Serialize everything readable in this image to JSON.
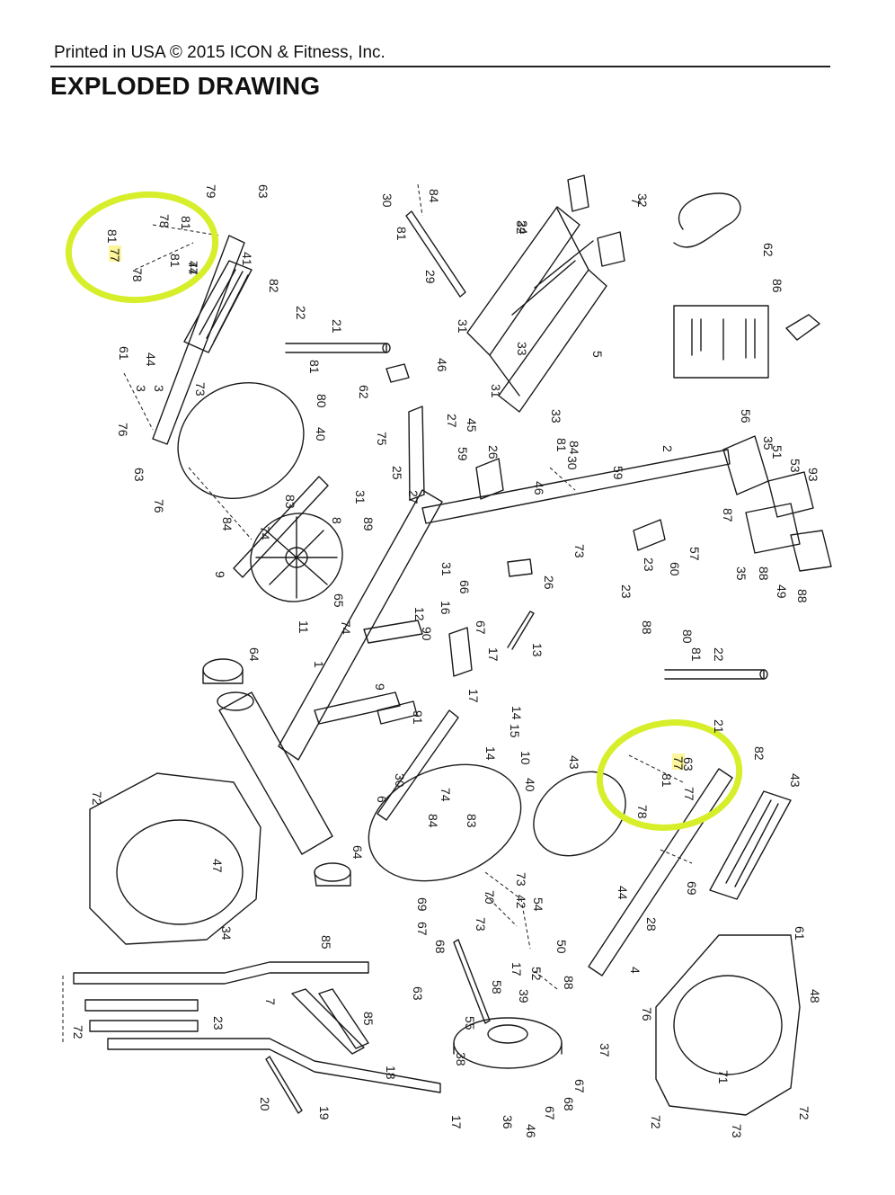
{
  "header": {
    "printed": "Printed in USA © 2015 ICON & Fitness, Inc.",
    "title": "EXPLODED DRAWING"
  },
  "colors": {
    "highlight_circle": "#d7ee2a",
    "highlight_box": "#fdf59a",
    "ink": "#1a1a1a"
  },
  "highlighted_parts": [
    {
      "label": "77"
    },
    {
      "label": "77"
    }
  ],
  "part_labels": [
    "79",
    "63",
    "78",
    "81",
    "81",
    "77",
    "78",
    "81",
    "44",
    "41",
    "82",
    "22",
    "21",
    "81",
    "80",
    "40",
    "61",
    "76",
    "44",
    "3",
    "3",
    "73",
    "63",
    "76",
    "9",
    "84",
    "74",
    "83",
    "8",
    "31",
    "89",
    "65",
    "11",
    "74",
    "1",
    "64",
    "72",
    "47",
    "64",
    "84",
    "30",
    "81",
    "29",
    "31",
    "46",
    "62",
    "75",
    "25",
    "27",
    "59",
    "45",
    "32",
    "24",
    "31",
    "27",
    "26",
    "31",
    "66",
    "16",
    "12",
    "90",
    "67",
    "13",
    "17",
    "14",
    "17",
    "15",
    "14",
    "10",
    "30",
    "9",
    "91",
    "74",
    "84",
    "83",
    "6",
    "40",
    "73",
    "69",
    "70",
    "73",
    "67",
    "68",
    "17",
    "52",
    "54",
    "50",
    "88",
    "63",
    "58",
    "39",
    "55",
    "38",
    "37",
    "67",
    "68",
    "67",
    "46",
    "17",
    "36",
    "34",
    "85",
    "7",
    "23",
    "72",
    "20",
    "19",
    "85",
    "18",
    "7",
    "32",
    "33",
    "5",
    "33",
    "81",
    "84",
    "30",
    "46",
    "59",
    "2",
    "23",
    "57",
    "60",
    "23",
    "73",
    "26",
    "62",
    "86",
    "56",
    "35",
    "51",
    "53",
    "93",
    "88",
    "49",
    "88",
    "87",
    "35",
    "88",
    "80",
    "81",
    "22",
    "21",
    "82",
    "63",
    "77",
    "81",
    "78",
    "43",
    "42",
    "69",
    "44",
    "43",
    "28",
    "4",
    "76",
    "61",
    "48",
    "71",
    "72",
    "73",
    "72",
    "73"
  ]
}
